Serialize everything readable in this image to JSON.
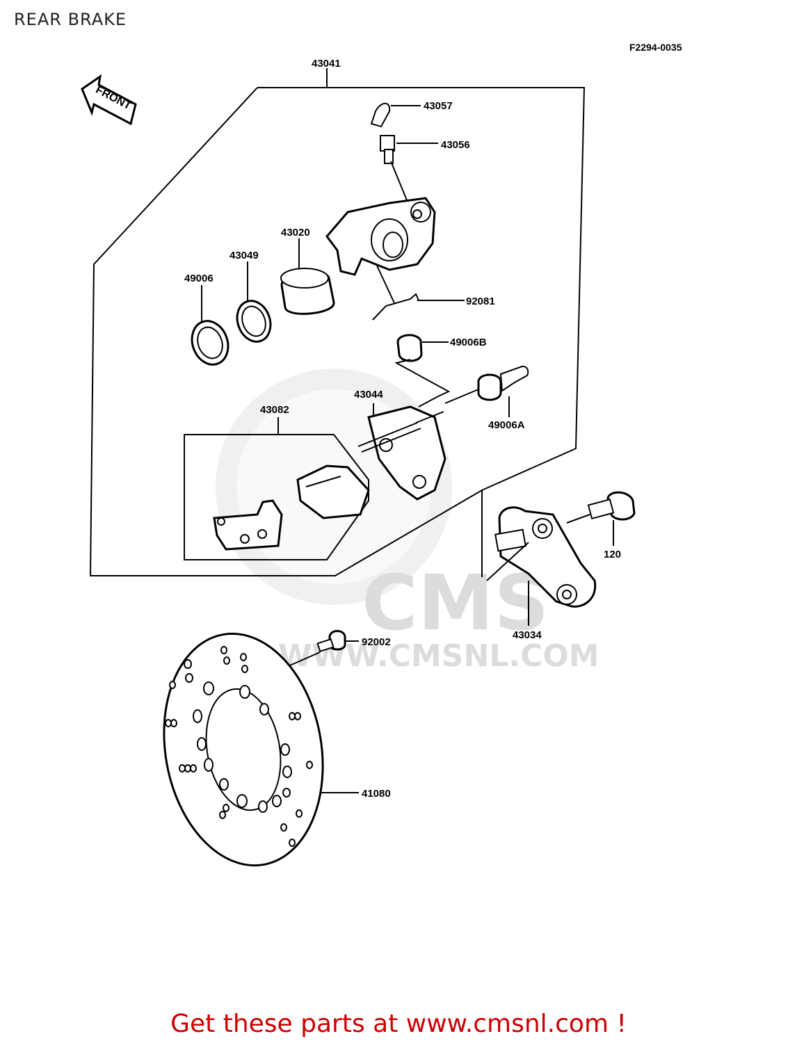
{
  "header": {
    "title": "REAR BRAKE",
    "diagram_code": "F2294-0035"
  },
  "front_arrow": {
    "label": "FRONT"
  },
  "watermark": {
    "brand": "CMS",
    "site": "WWW.CMSNL.COM"
  },
  "parts": {
    "p43041": "43041",
    "p43057": "43057",
    "p43056": "43056",
    "p43020": "43020",
    "p43049": "43049",
    "p49006": "49006",
    "p92081": "92081",
    "p49006B": "49006B",
    "p43044": "43044",
    "p49006A": "49006A",
    "p43082": "43082",
    "p120": "120",
    "p43034": "43034",
    "p92002": "92002",
    "p41080": "41080"
  },
  "footer": {
    "cta": "Get these parts at www.cmsnl.com !",
    "cta_color": "#cc0000"
  }
}
